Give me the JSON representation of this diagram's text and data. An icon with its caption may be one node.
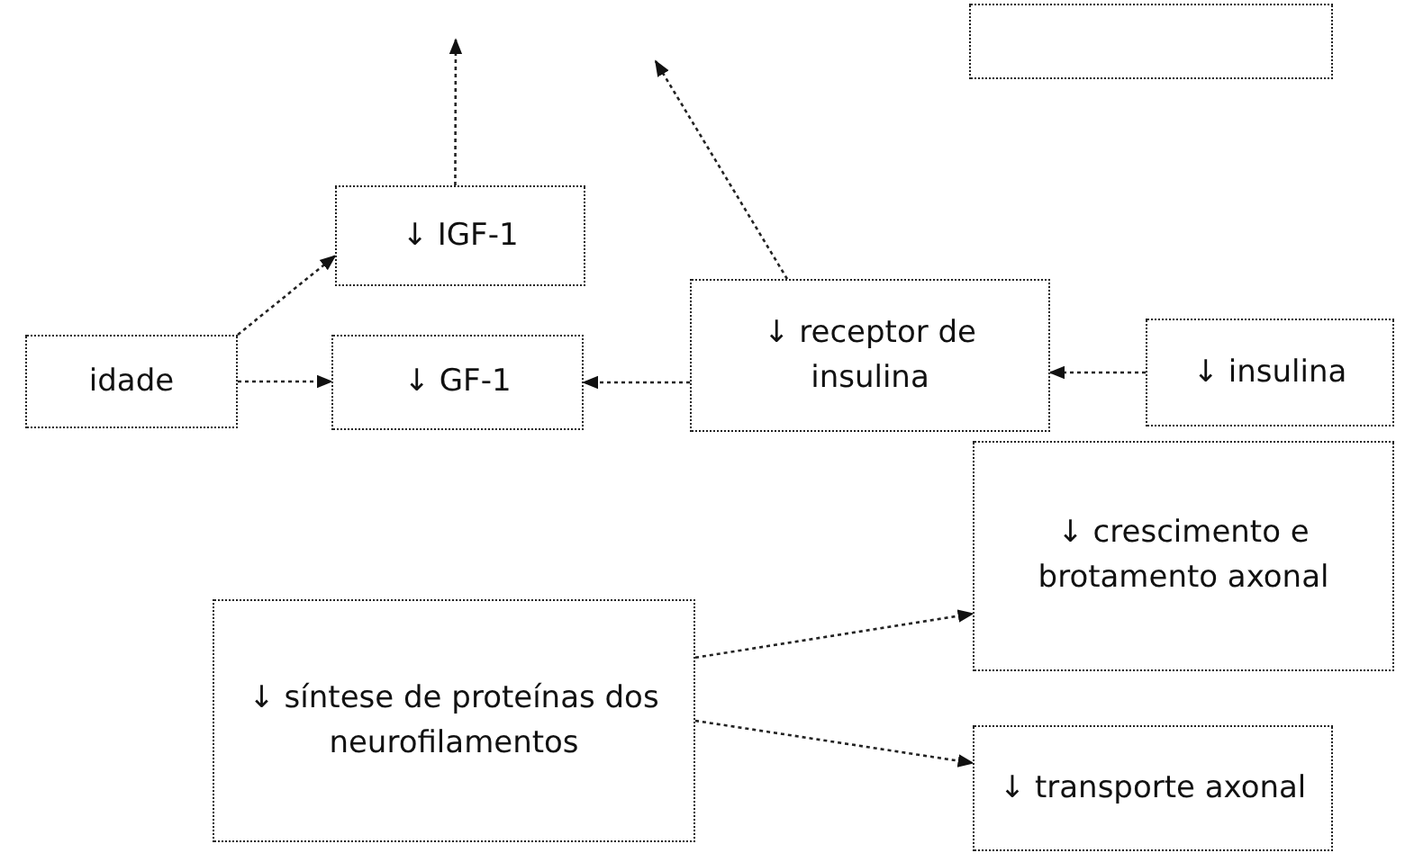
{
  "diagram": {
    "nodes": [
      {
        "text": [],
        "shape": "box"
      },
      {
        "text": [
          "↓ IGF-1"
        ]
      },
      {
        "text": [
          "idade"
        ]
      },
      {
        "text": [
          "↓ GF-1"
        ]
      },
      {
        "text": [
          "↓ receptor de insulina"
        ]
      },
      {
        "text": [
          "↓ insulina"
        ]
      },
      {
        "text": [
          "↓ crescimento e brotamento axonal"
        ]
      },
      {
        "text": [
          "↓ síntese de proteínas dos neurofilamentos"
        ]
      },
      {
        "text": [
          "↓ transporte axonal"
        ]
      }
    ],
    "edges": [
      {
        "from": 2,
        "to": 1,
        "arrow": "to"
      },
      {
        "from": 2,
        "to": 3,
        "arrow": "to"
      },
      {
        "from": 4,
        "to": 3,
        "arrow": "to"
      },
      {
        "from": 5,
        "to": 4,
        "arrow": "to"
      },
      {
        "from": 1,
        "to": null,
        "arrow": "to"
      },
      {
        "from": 4,
        "to": null,
        "arrow": "to"
      },
      {
        "from": 7,
        "to": 6,
        "arrow": "to"
      },
      {
        "from": 7,
        "to": 8,
        "arrow": "to"
      }
    ]
  }
}
